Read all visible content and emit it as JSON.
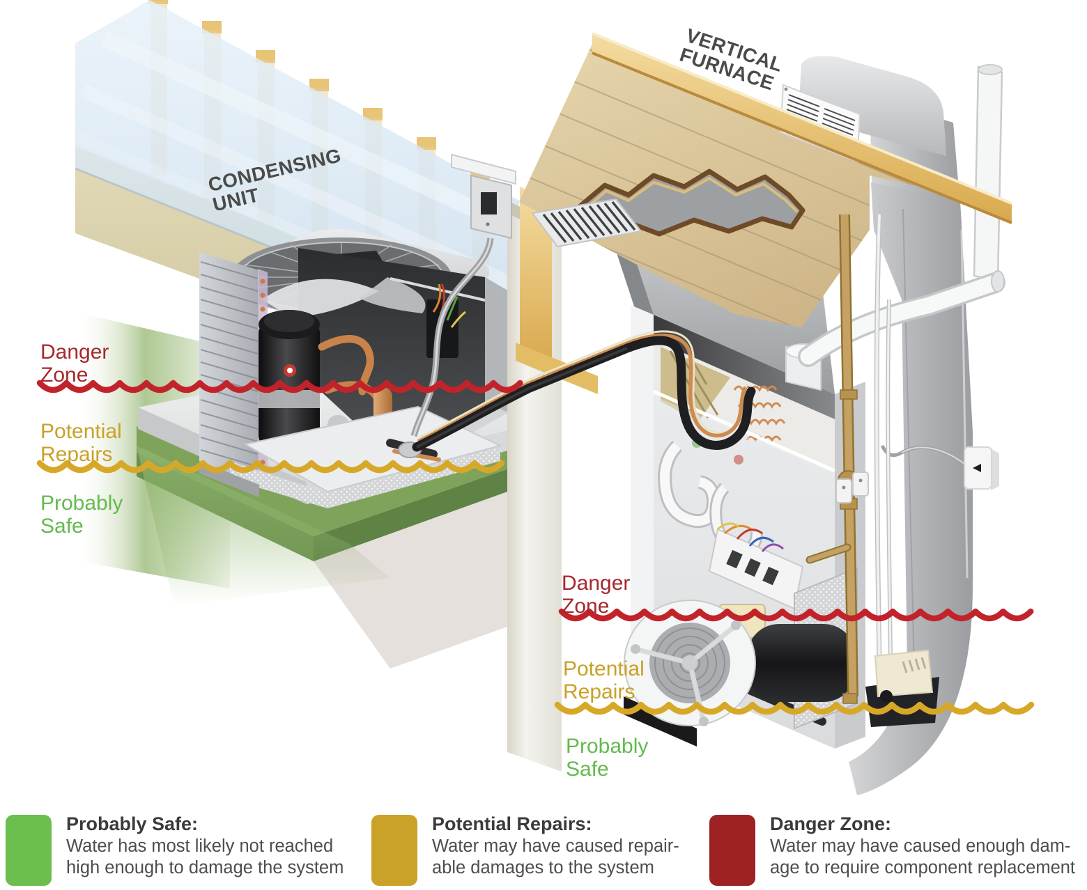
{
  "equipment_labels": {
    "color": "#4B4B49",
    "condensing_unit": {
      "line1": "CONDENSING",
      "line2": "UNIT"
    },
    "vertical_furnace": {
      "line1": "VERTICAL",
      "line2": "FURNACE"
    }
  },
  "zones": {
    "wave_colors": {
      "danger": "#C2232B",
      "repairs": "#D7A827"
    },
    "left": [
      {
        "id": "danger",
        "line1": "Danger",
        "line2": "Zone",
        "color": "#A6282C"
      },
      {
        "id": "repairs",
        "line1": "Potential",
        "line2": "Repairs",
        "color": "#C9A127"
      },
      {
        "id": "safe",
        "line1": "Probably",
        "line2": "Safe",
        "color": "#63BA4D"
      }
    ],
    "right": [
      {
        "id": "danger",
        "line1": "Danger",
        "line2": "Zone",
        "color": "#A6282C"
      },
      {
        "id": "repairs",
        "line1": "Potential",
        "line2": "Repairs",
        "color": "#C9A127"
      },
      {
        "id": "safe",
        "line1": "Probably",
        "line2": "Safe",
        "color": "#63BA4D"
      }
    ]
  },
  "legend": {
    "items": [
      {
        "title": "Probably Safe:",
        "line1": "Water has most likely not reached",
        "line2": "high enough to damage the system",
        "color": "#6CBE4E"
      },
      {
        "title": "Potential Repairs:",
        "line1": "Water may have caused repair-",
        "line2": "able damages to the system",
        "color": "#C9A227"
      },
      {
        "title": "Danger Zone:",
        "line1": "Water may have caused enough dam-",
        "line2": "age to require component replacement",
        "color": "#9E2124"
      }
    ]
  }
}
